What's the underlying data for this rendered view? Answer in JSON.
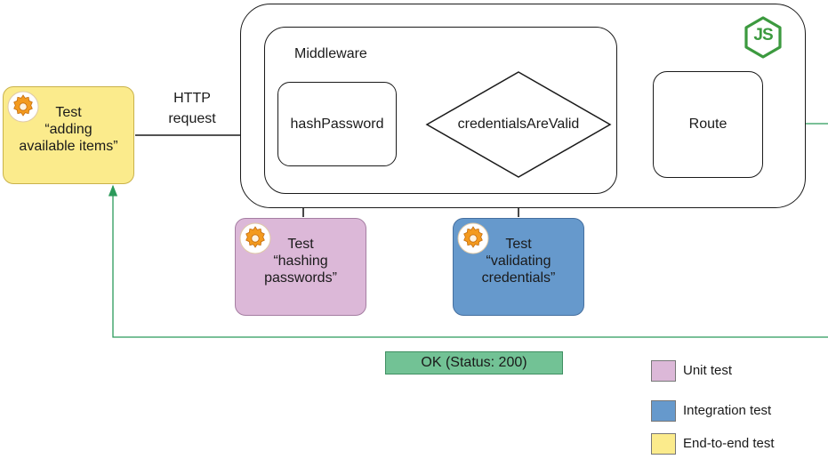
{
  "colors": {
    "unit": "#dcb8d8",
    "integration": "#6699cc",
    "e2e": "#fbeb8c",
    "ok": "#72c295",
    "green_line": "#2b9a5a",
    "node_green": "#3c9a3f"
  },
  "middleware_label": "Middleware",
  "http_request_label": "HTTP\nrequest",
  "hash_password_label": "hashPassword",
  "credentials_label": "credentialsAreValid",
  "route_label": "Route",
  "node_logo_text": "JS",
  "tests": {
    "e2e": "Test\n“adding\navailable items”",
    "unit": "Test\n“hashing\npasswords”",
    "integration": "Test\n“validating\ncredentials”"
  },
  "ok_status": "OK (Status: 200)",
  "legend": {
    "unit": "Unit test",
    "integration": "Integration test",
    "e2e": "End-to-end test"
  },
  "icons": [
    "gear-icon",
    "nodejs-logo-icon"
  ]
}
